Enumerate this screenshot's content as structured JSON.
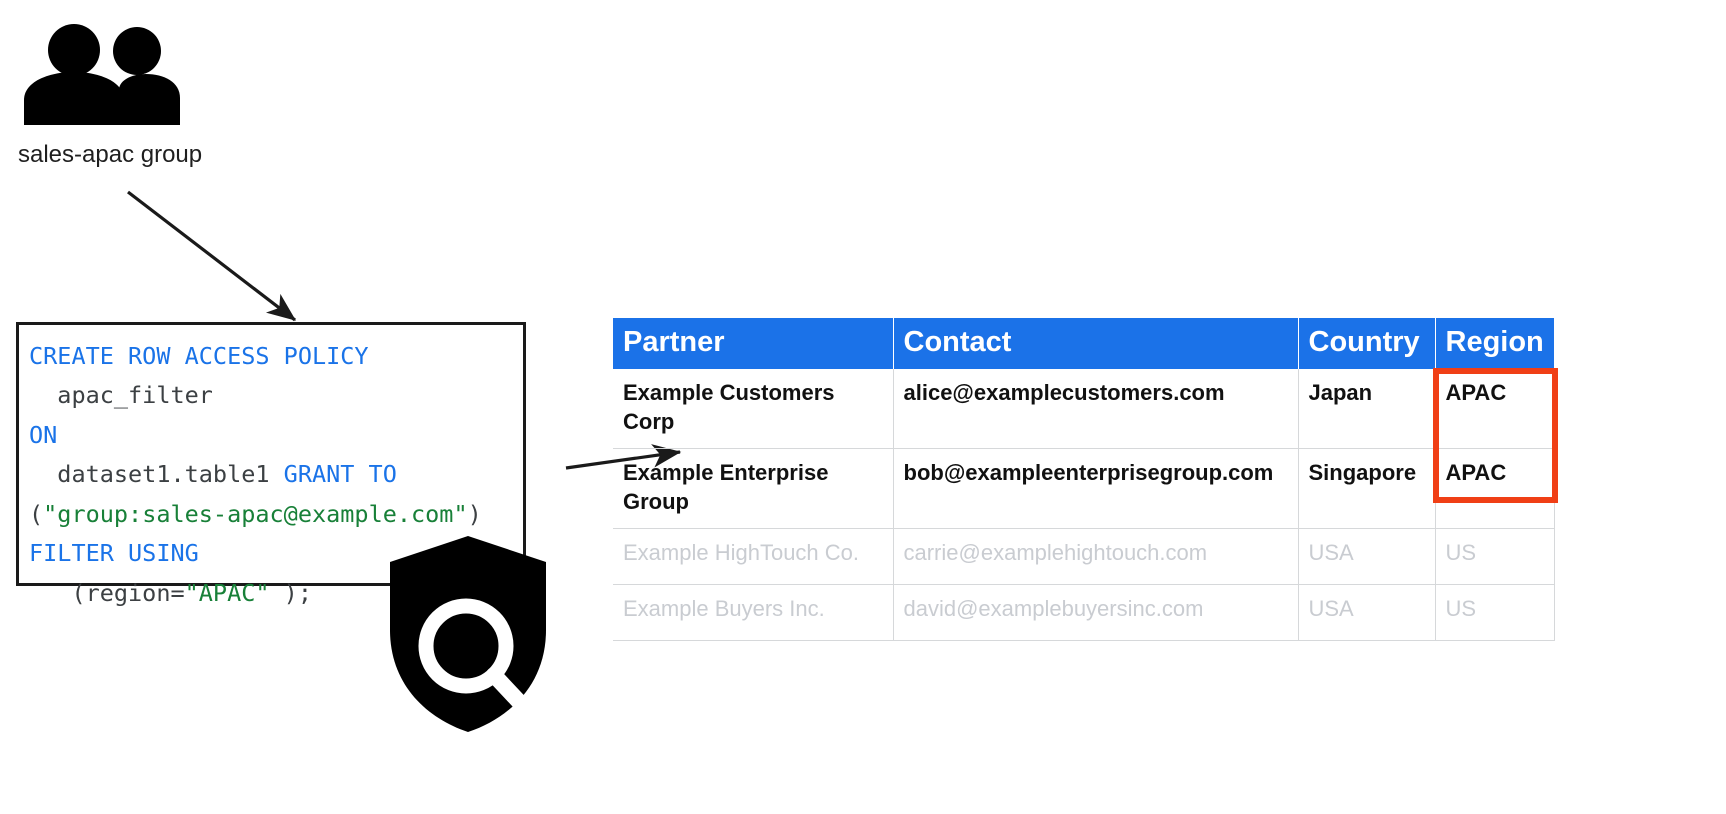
{
  "group": {
    "icon": "people-group-icon",
    "label": "sales-apac group"
  },
  "policy_code": {
    "icon": "shield-search-icon",
    "lines": [
      [
        {
          "t": "CREATE ROW ACCESS POLICY",
          "c": "kw"
        }
      ],
      [
        {
          "t": "  apac_filter",
          "c": "id"
        }
      ],
      [
        {
          "t": "ON",
          "c": "kw"
        }
      ],
      [
        {
          "t": "  dataset1.table1 ",
          "c": "id"
        },
        {
          "t": "GRANT TO",
          "c": "kw"
        }
      ],
      [
        {
          "t": "(",
          "c": "pun"
        },
        {
          "t": "\"group:sales-apac@example.com\"",
          "c": "str"
        },
        {
          "t": ")",
          "c": "pun"
        }
      ],
      [
        {
          "t": "FILTER USING",
          "c": "kw"
        }
      ],
      [
        {
          "t": "   (region=",
          "c": "id"
        },
        {
          "t": "\"APAC\"",
          "c": "str"
        },
        {
          "t": " );",
          "c": "id"
        }
      ]
    ],
    "plain_text": "CREATE ROW ACCESS POLICY\n  apac_filter\nON\n  dataset1.table1 GRANT TO\n(\"group:sales-apac@example.com\")\nFILTER USING\n   (region=\"APAC\" );"
  },
  "table": {
    "columns": [
      "Partner",
      "Contact",
      "Country",
      "Region"
    ],
    "rows": [
      {
        "visible": true,
        "cells": [
          "Example Customers Corp",
          "alice@examplecustomers.com",
          "Japan",
          "APAC"
        ]
      },
      {
        "visible": true,
        "cells": [
          "Example Enterprise Group",
          "bob@exampleenterprisegroup.com",
          "Singapore",
          "APAC"
        ]
      },
      {
        "visible": false,
        "cells": [
          "Example HighTouch Co.",
          "carrie@examplehightouch.com",
          "USA",
          "US"
        ]
      },
      {
        "visible": false,
        "cells": [
          "Example Buyers Inc.",
          "david@examplebuyersinc.com",
          "USA",
          "US"
        ]
      }
    ]
  },
  "colors": {
    "header_blue": "#1b72e8",
    "highlight_red": "#f03f16",
    "keyword_blue": "#1a73e8",
    "string_green": "#188038",
    "identifier_gray": "#3c4043",
    "hidden_row_gray": "#c9ccd1",
    "border_gray": "#d6d8da"
  }
}
